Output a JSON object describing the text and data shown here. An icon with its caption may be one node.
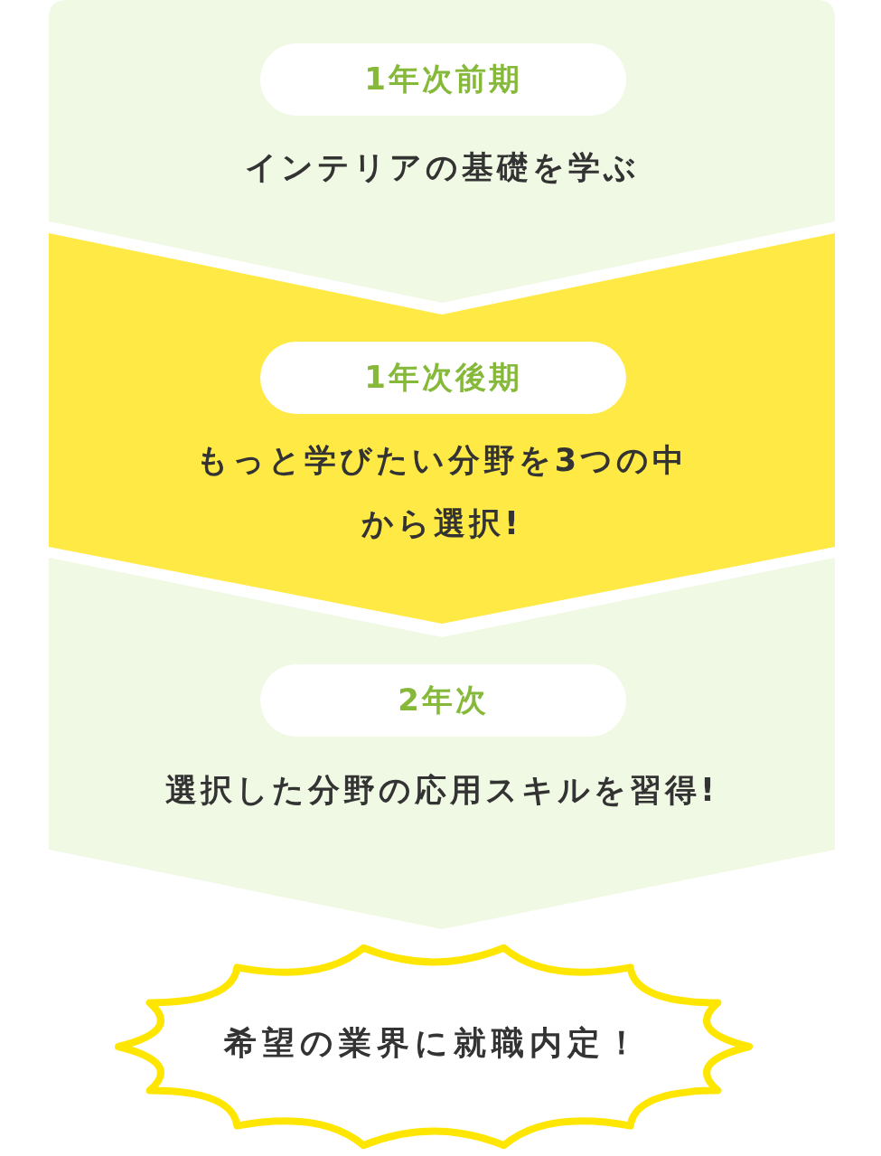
{
  "diagram": {
    "nodes": [
      {
        "text": [
          "1年次前期",
          "インテリアの基礎を学ぶ"
        ]
      },
      {
        "text": [
          "1年次後期",
          "もっと学びたい分野を3つの中から選択!"
        ]
      },
      {
        "text": [
          "2年次",
          "選択した分野の応用スキルを習得!"
        ]
      },
      {
        "text": [
          "希望の業界に就職内定！"
        ]
      }
    ]
  }
}
